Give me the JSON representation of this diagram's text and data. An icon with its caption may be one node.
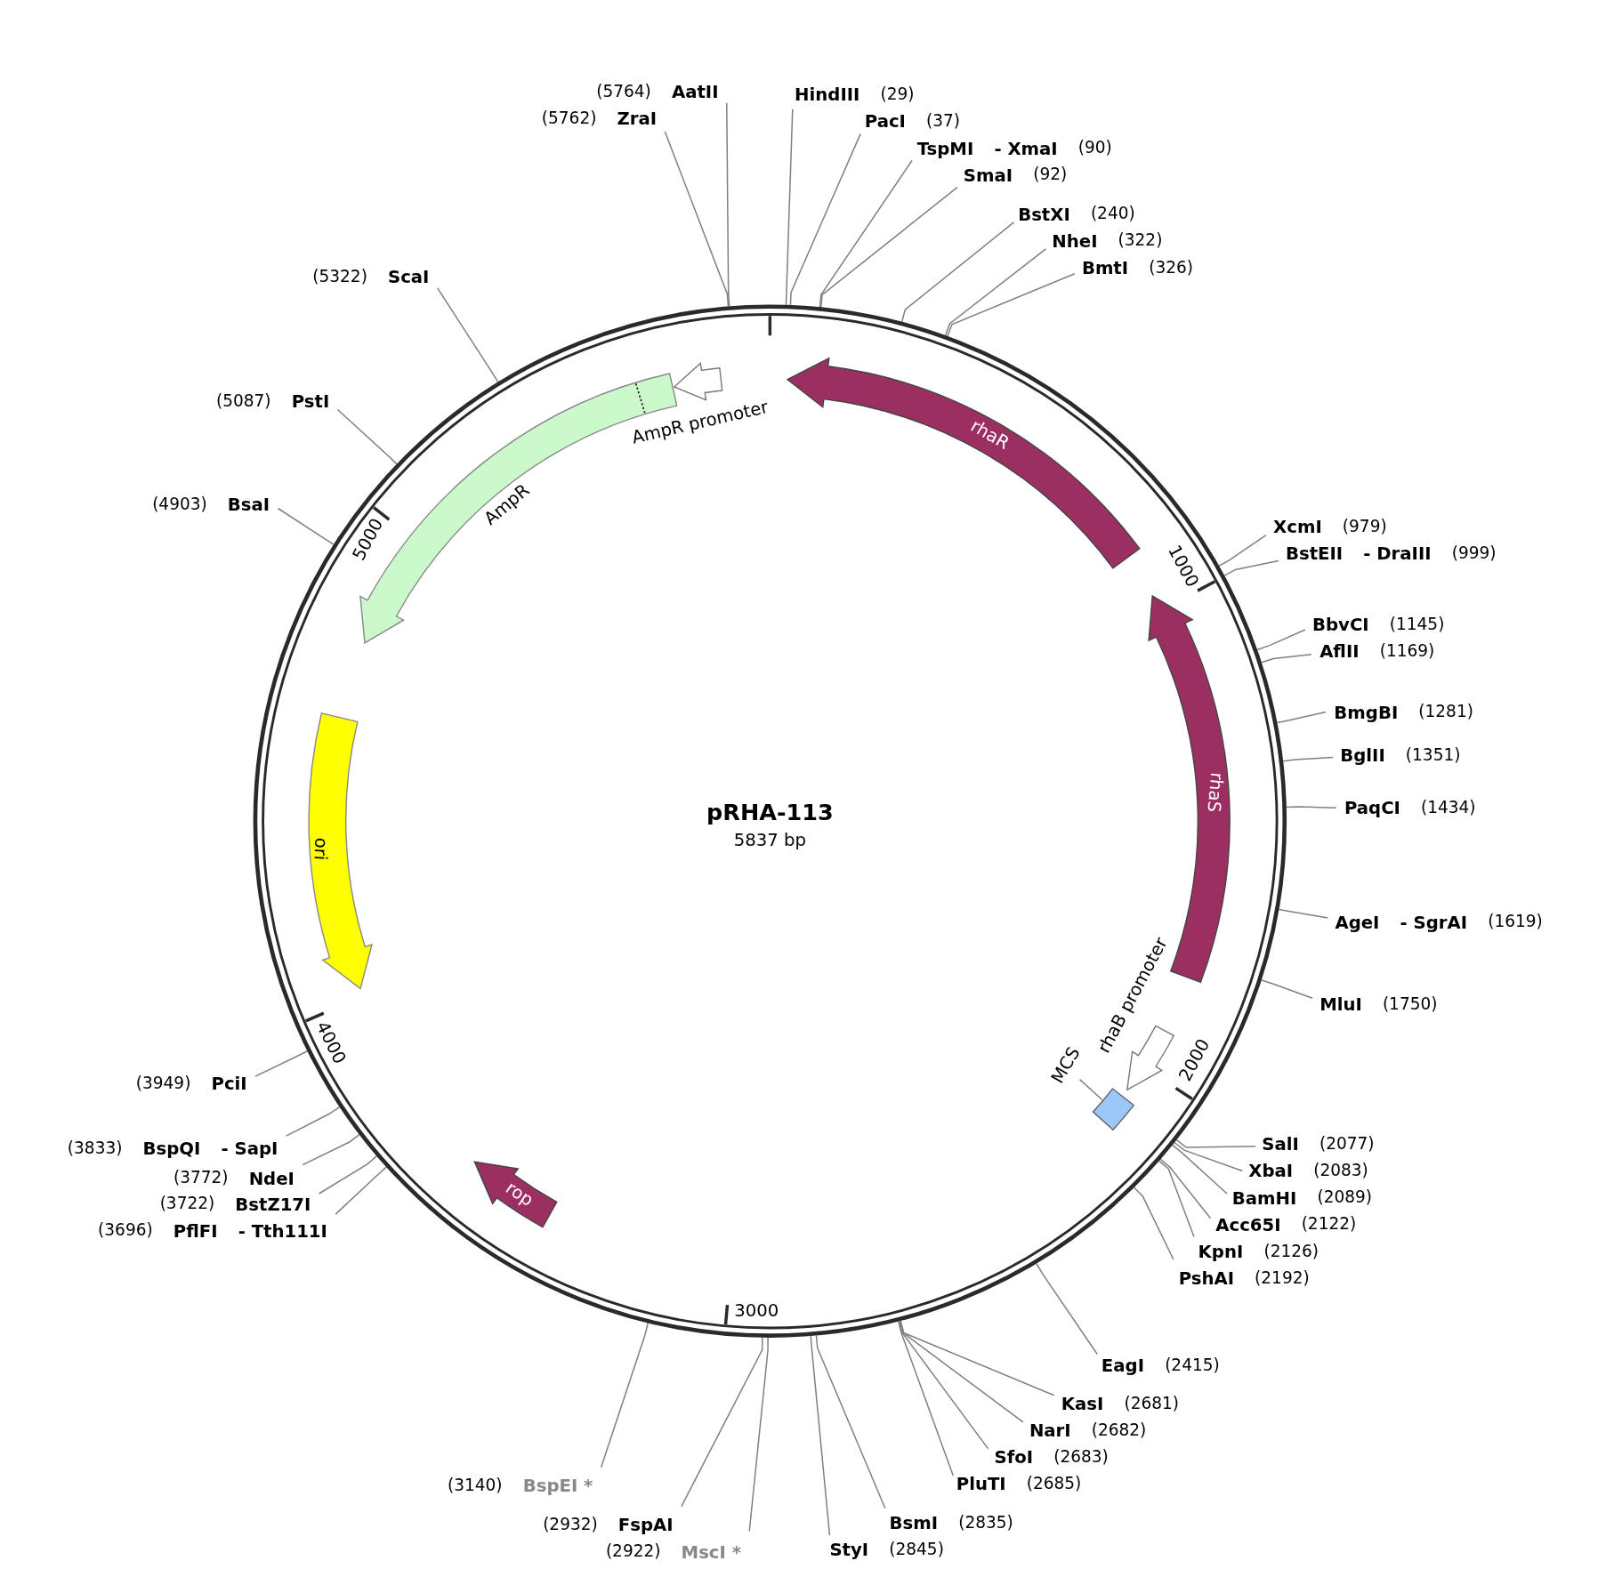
{
  "diagram": {
    "title": "pRHA-113",
    "nodes": [
      {
        "text": [],
        "shape": "circle"
      },
      {
        "text": [
          "(5764)",
          "AatII"
        ]
      },
      {
        "text": [
          "(5762)",
          "ZraI"
        ]
      },
      {
        "text": [
          "HindIII",
          "(29)"
        ]
      },
      {
        "text": [
          "PacI",
          "(37)"
        ]
      },
      {
        "text": [
          "TspMI",
          "- XmaI",
          "(90)"
        ]
      },
      {
        "text": [
          "SmaI",
          "(92)"
        ]
      },
      {
        "text": [
          "BstXI",
          "(240)"
        ]
      },
      {
        "text": [
          "NheI",
          "(322)"
        ]
      },
      {
        "text": [
          "BmtI",
          "(326)"
        ]
      },
      {
        "text": [
          "(5322)",
          "ScaI"
        ]
      },
      {
        "text": [
          "(5087)",
          "PstI"
        ]
      },
      {
        "text": [
          "(4903)",
          "BsaI"
        ]
      },
      {
        "text": [
          "XcmI",
          "(979)"
        ]
      },
      {
        "text": [
          "BstEII",
          "- DraIII",
          "(999)"
        ]
      },
      {
        "text": [
          "BbvCI",
          "(1145)"
        ]
      },
      {
        "text": [
          "AflII",
          "(1169)"
        ]
      },
      {
        "text": [
          "BmgBI",
          "(1281)"
        ]
      },
      {
        "text": [
          "BglII",
          "(1351)"
        ]
      },
      {
        "text": [
          "PaqCI",
          "(1434)"
        ]
      },
      {
        "text": [
          "AgeI",
          "- SgrAI",
          "(1619)"
        ]
      },
      {
        "text": [
          "MluI",
          "(1750)"
        ]
      },
      {
        "text": [
          "SalI",
          "(2077)"
        ]
      },
      {
        "text": [
          "XbaI",
          "(2083)"
        ]
      },
      {
        "text": [
          "BamHI",
          "(2089)"
        ]
      },
      {
        "text": [
          "Acc65I",
          "(2122)"
        ]
      },
      {
        "text": [
          "KpnI",
          "(2126)"
        ]
      },
      {
        "text": [
          "PshAI",
          "(2192)"
        ]
      },
      {
        "text": [
          "EagI",
          "(2415)"
        ]
      },
      {
        "text": [
          "KasI",
          "(2681)"
        ]
      },
      {
        "text": [
          "NarI",
          "(2682)"
        ]
      },
      {
        "text": [
          "SfoI",
          "(2683)"
        ]
      },
      {
        "text": [
          "PluTI",
          "(2685)"
        ]
      },
      {
        "text": [
          "BsmI",
          "(2835)"
        ]
      },
      {
        "text": [
          "StyI",
          "(2845)"
        ]
      },
      {
        "text": [
          "(3140)",
          "BspEI *"
        ]
      },
      {
        "text": [
          "(2932)",
          "FspAI"
        ]
      },
      {
        "text": [
          "(2922)",
          "MscI *"
        ]
      },
      {
        "text": [
          "(3949)",
          "PciI"
        ]
      },
      {
        "text": [
          "(3833)",
          "BspQI",
          "- SapI"
        ]
      },
      {
        "text": [
          "(3772)",
          "NdeI"
        ]
      },
      {
        "text": [
          "(3722)",
          "BstZ17I"
        ]
      },
      {
        "text": [
          "(3696)",
          "PflFI",
          "- Tth111I"
        ]
      },
      {
        "text": [
          "rhaR"
        ],
        "in": 0
      },
      {
        "text": [
          "rhaS"
        ],
        "in": 0
      },
      {
        "text": [
          "AmpR promoter"
        ],
        "in": 0
      },
      {
        "text": [
          "AmpR"
        ],
        "in": 0
      },
      {
        "text": [
          "ori"
        ],
        "in": 0
      },
      {
        "text": [
          "rop"
        ],
        "in": 0
      },
      {
        "text": [
          "rhaB promoter"
        ],
        "in": 0
      },
      {
        "text": [
          "MCS"
        ],
        "in": 0
      },
      {
        "text": [],
        "shape": "box",
        "in": 0
      }
    ],
    "edges": [
      {
        "from": 1,
        "to": 0,
        "arrow": "none"
      },
      {
        "from": 2,
        "to": 0,
        "arrow": "none"
      },
      {
        "from": 3,
        "to": 0,
        "arrow": "none"
      },
      {
        "from": 4,
        "to": 0,
        "arrow": "none"
      },
      {
        "from": 5,
        "to": 0,
        "arrow": "none"
      },
      {
        "from": 6,
        "to": 0,
        "arrow": "none"
      },
      {
        "from": 7,
        "to": 0,
        "arrow": "none"
      },
      {
        "from": 8,
        "to": 0,
        "arrow": "none"
      },
      {
        "from": 9,
        "to": 0,
        "arrow": "none"
      },
      {
        "from": 10,
        "to": 0,
        "arrow": "none"
      },
      {
        "from": 11,
        "to": 0,
        "arrow": "none"
      },
      {
        "from": 12,
        "to": 0,
        "arrow": "none"
      },
      {
        "from": 13,
        "to": 0,
        "arrow": "none"
      },
      {
        "from": 14,
        "to": 0,
        "arrow": "none"
      },
      {
        "from": 15,
        "to": 0,
        "arrow": "none"
      },
      {
        "from": 16,
        "to": 0,
        "arrow": "none"
      },
      {
        "from": 17,
        "to": 0,
        "arrow": "none"
      },
      {
        "from": 18,
        "to": 0,
        "arrow": "none"
      },
      {
        "from": 19,
        "to": 0,
        "arrow": "none"
      },
      {
        "from": 20,
        "to": 0,
        "arrow": "none"
      },
      {
        "from": 21,
        "to": 0,
        "arrow": "none"
      },
      {
        "from": 22,
        "to": 0,
        "arrow": "none"
      },
      {
        "from": 23,
        "to": 0,
        "arrow": "none"
      },
      {
        "from": 24,
        "to": 0,
        "arrow": "none"
      },
      {
        "from": 25,
        "to": 0,
        "arrow": "none"
      },
      {
        "from": 26,
        "to": 0,
        "arrow": "none"
      },
      {
        "from": 27,
        "to": 0,
        "arrow": "none"
      },
      {
        "from": 28,
        "to": 0,
        "arrow": "none"
      },
      {
        "from": 29,
        "to": 0,
        "arrow": "none"
      },
      {
        "from": 30,
        "to": 0,
        "arrow": "none"
      },
      {
        "from": 31,
        "to": 0,
        "arrow": "none"
      },
      {
        "from": 32,
        "to": 0,
        "arrow": "none"
      },
      {
        "from": 33,
        "to": 0,
        "arrow": "none"
      },
      {
        "from": 34,
        "to": 0,
        "arrow": "none"
      },
      {
        "from": 35,
        "to": 0,
        "arrow": "none"
      },
      {
        "from": 36,
        "to": 0,
        "arrow": "none"
      },
      {
        "from": 37,
        "to": 0,
        "arrow": "none"
      },
      {
        "from": 38,
        "to": 0,
        "arrow": "none"
      },
      {
        "from": 39,
        "to": 0,
        "arrow": "none"
      },
      {
        "from": 40,
        "to": 0,
        "arrow": "none"
      },
      {
        "from": 41,
        "to": 0,
        "arrow": "none"
      },
      {
        "from": 42,
        "to": 0,
        "arrow": "none"
      },
      {
        "from": 50,
        "to": 51,
        "arrow": "none"
      }
    ],
    "labels": [
      "5000",
      "1000",
      "5837 bp",
      "4000",
      "2000",
      "3000"
    ]
  }
}
